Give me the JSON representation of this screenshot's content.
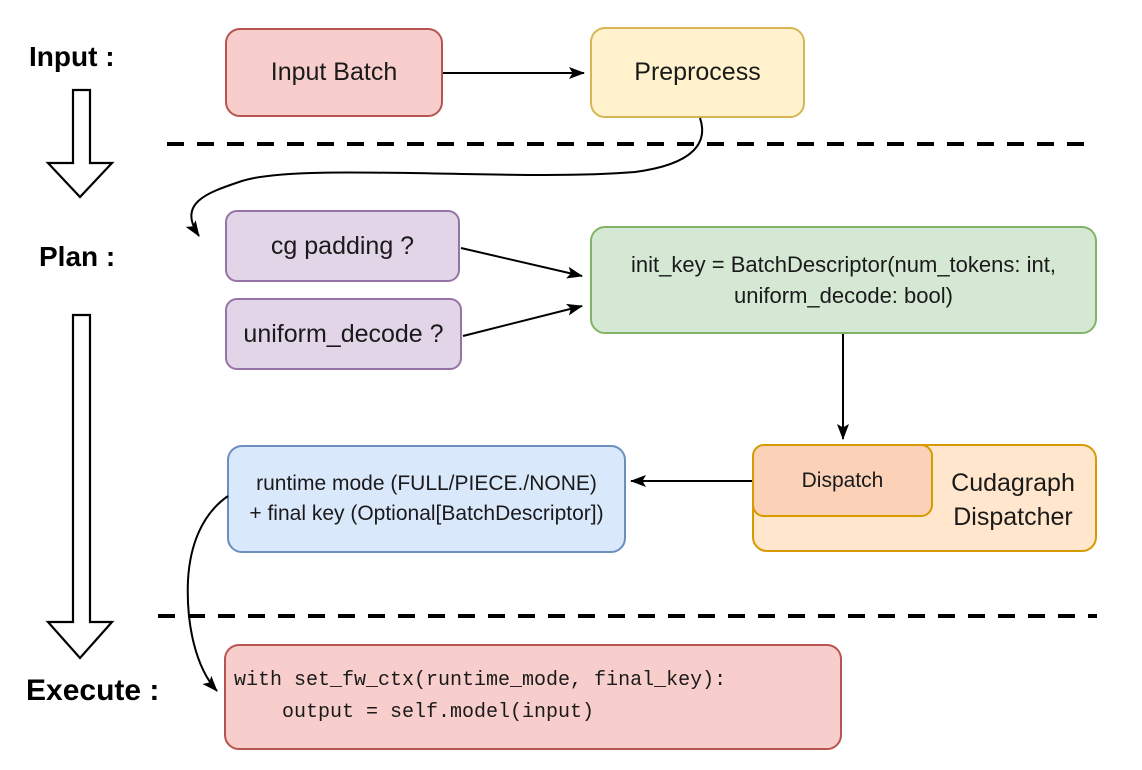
{
  "page": {
    "background": "#FFFFFF"
  },
  "stage_labels": {
    "input": "Input :",
    "plan": "Plan :",
    "execute": "Execute :"
  },
  "nodes": {
    "input_batch": {
      "label": "Input Batch",
      "fill": "#F8CECC",
      "stroke": "#B85450"
    },
    "preprocess": {
      "label": "Preprocess",
      "fill": "#FFF2CC",
      "stroke": "#D6B656"
    },
    "cg_padding": {
      "label": "cg padding ?",
      "fill": "#E1D5E7",
      "stroke": "#9673A6"
    },
    "uniform_decode": {
      "label": "uniform_decode ?",
      "fill": "#E1D5E7",
      "stroke": "#9673A6"
    },
    "init_key": {
      "line1": "init_key = BatchDescriptor(num_tokens: int,",
      "line2": "uniform_decode: bool)",
      "fill": "#D5E8D4",
      "stroke": "#82B366"
    },
    "dispatch": {
      "label": "Dispatch",
      "fill": "#FBD1B7",
      "stroke": "#D79B00"
    },
    "cudagraph_dispatcher": {
      "line1": "Cudagraph",
      "line2": "Dispatcher",
      "fill": "#FFE6CC",
      "stroke": "#D79B00"
    },
    "runtime_result": {
      "line1": "runtime mode (FULL/PIECE./NONE)",
      "line2": "+ final key (Optional[BatchDescriptor])",
      "fill": "#DAE8FC",
      "stroke": "#6C8EBF"
    },
    "execute_code": {
      "line1": "with set_fw_ctx(runtime_mode, final_key):",
      "line2": "    output = self.model(input)",
      "fill": "#F8CECC",
      "stroke": "#B85450"
    }
  },
  "edges": [
    {
      "from": "input_batch",
      "to": "preprocess"
    },
    {
      "from": "preprocess",
      "to": "cg_padding"
    },
    {
      "from": "cg_padding",
      "to": "init_key"
    },
    {
      "from": "uniform_decode",
      "to": "init_key"
    },
    {
      "from": "init_key",
      "to": "dispatch"
    },
    {
      "from": "dispatch",
      "to": "runtime_result"
    },
    {
      "from": "runtime_result",
      "to": "execute_code"
    }
  ],
  "colors": {
    "arrow": "#000000",
    "divider": "#000000",
    "text": "#1A1A1A",
    "label_text": "#000000"
  }
}
